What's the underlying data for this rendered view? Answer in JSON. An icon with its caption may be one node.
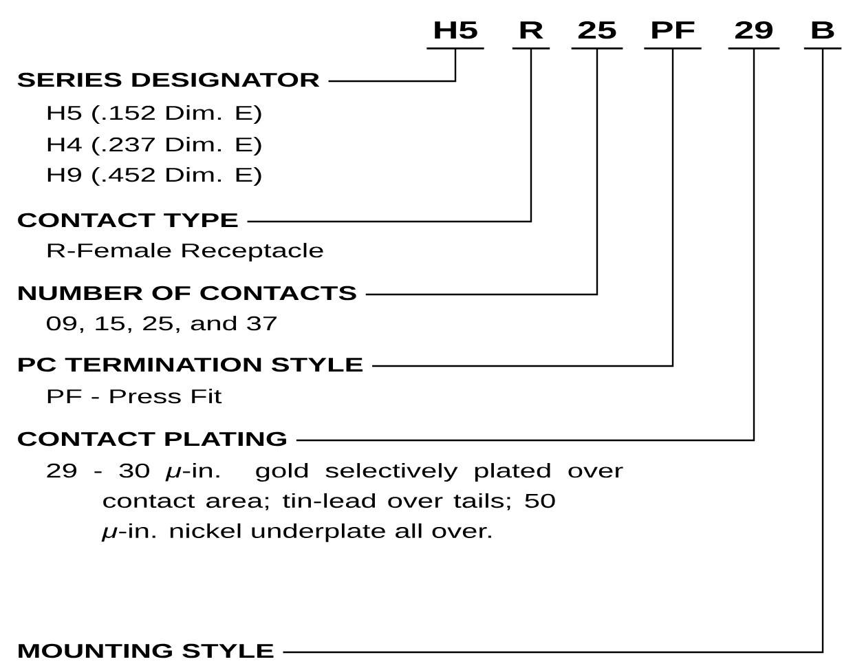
{
  "diagram": {
    "nodes": [
      {
        "text": [
          "H5"
        ]
      },
      {
        "text": [
          "R"
        ]
      },
      {
        "text": [
          "25"
        ]
      },
      {
        "text": [
          "PF"
        ]
      },
      {
        "text": [
          "29"
        ]
      },
      {
        "text": [
          "B"
        ]
      },
      {
        "text": [
          "SERIES DESIGNATOR",
          "H5 (.152 Dim. E)",
          "H4 (.237 Dim. E)",
          "H9 (.452 Dim. E)"
        ]
      },
      {
        "text": [
          "CONTACT TYPE",
          "R-Female Receptacle"
        ]
      },
      {
        "text": [
          "NUMBER OF CONTACTS",
          "09, 15, 25, and 37"
        ]
      },
      {
        "text": [
          "PC TERMINATION STYLE",
          "PF - Press Fit"
        ]
      },
      {
        "text": [
          "CONTACT PLATING",
          "29 - 30 *μ*-in. gold selectively plated over contact area; tin-lead over tails; 50 *μ*-in. nickel underplate all over."
        ]
      },
      {
        "text": [
          "MOUNTING STYLE"
        ]
      }
    ],
    "edges": [
      {
        "from": 6,
        "to": 0,
        "arrow": "none"
      },
      {
        "from": 7,
        "to": 1,
        "arrow": "none"
      },
      {
        "from": 8,
        "to": 2,
        "arrow": "none"
      },
      {
        "from": 9,
        "to": 3,
        "arrow": "none"
      },
      {
        "from": 10,
        "to": 4,
        "arrow": "none"
      },
      {
        "from": 11,
        "to": 5,
        "arrow": "none"
      }
    ]
  }
}
